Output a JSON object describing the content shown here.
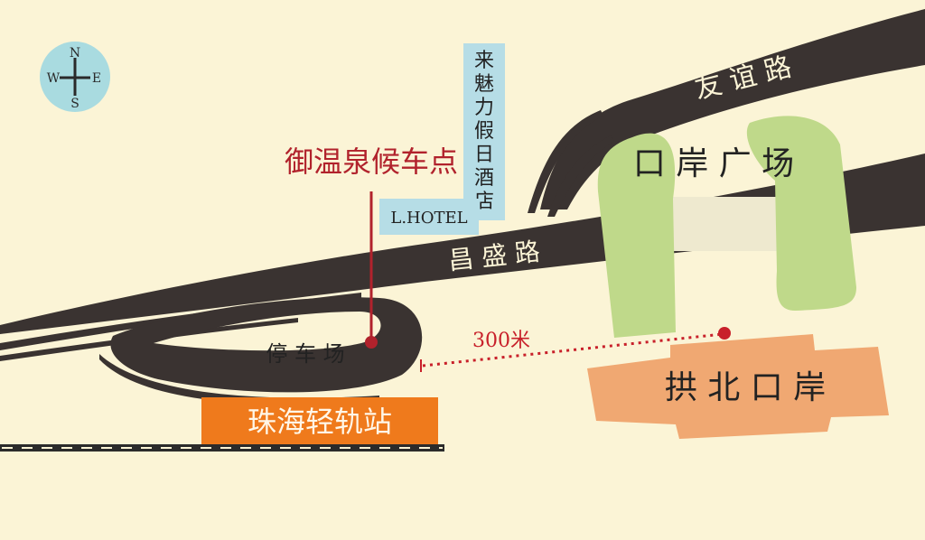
{
  "compass": {
    "n": "N",
    "s": "S",
    "e": "E",
    "w": "W"
  },
  "roads": {
    "youyi": "友 谊 路",
    "changsheng": "昌 盛 路"
  },
  "places": {
    "pickup_point": "御温泉候车点",
    "laimei_hotel": [
      "来",
      "魅",
      "力",
      "假",
      "日",
      "酒",
      "店"
    ],
    "l_hotel": "L.HOTEL",
    "port_plaza": "口 岸 广 场",
    "parking": "停 车 场",
    "light_rail_station": "珠海轻轨站",
    "gongbei_port": "拱 北 口 岸"
  },
  "distance_label": "300米",
  "colors": {
    "background": "#fbf4d6",
    "road": "#3a3331",
    "compass": "#a9dbe0",
    "plaza_green": "#bfd98a",
    "port_orange": "#f0a872",
    "station_orange": "#ef7a1c",
    "pickup_red": "#b1222c",
    "hotel_blue": "#b6dde6"
  }
}
